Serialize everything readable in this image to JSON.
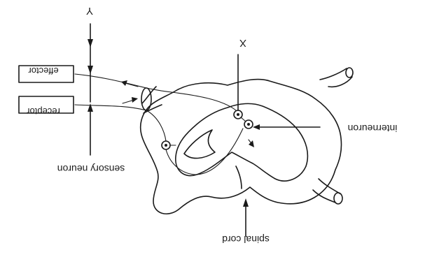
{
  "diagram": {
    "labels": {
      "effector": "effector",
      "receptor": "receptor",
      "sensory_neuron": "sensory neuron",
      "interneuron": "interneuron",
      "spinal_cord": "spinal cord",
      "x": "X",
      "y": "Y"
    },
    "orientation": "rotated 180 degrees",
    "ink_color": "#1a1a1a"
  }
}
